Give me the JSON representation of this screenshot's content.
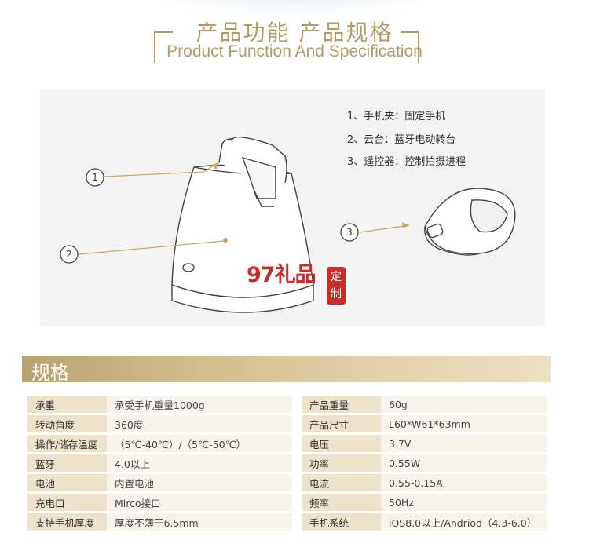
{
  "header": {
    "title_cn": "产品功能  产品规格",
    "title_en": "Product Function And Specification"
  },
  "colors": {
    "gold": "#b39a62",
    "table_key_bg": "#ede2cb",
    "table_value_bg": "#f8f4ec",
    "watermark": "#c82d25"
  },
  "diagram": {
    "callouts": [
      "1",
      "2",
      "3"
    ],
    "features": [
      "1、手机夹：固定手机",
      "2、云台：蓝牙电动转台",
      "3、遥控器：控制拍摄进程"
    ],
    "watermark": "97礼品",
    "stamp": "定制"
  },
  "specs": {
    "title": "规格",
    "left": [
      {
        "key": "承重",
        "value": "承受手机重量1000g"
      },
      {
        "key": "转动角度",
        "value": "360度"
      },
      {
        "key": "操作/储存温度",
        "value": "（5℃-40℃）/（5℃-50℃）"
      },
      {
        "key": "蓝牙",
        "value": "4.0以上"
      },
      {
        "key": "电池",
        "value": "内置电池"
      },
      {
        "key": "充电口",
        "value": "Mirco接口"
      },
      {
        "key": "支持手机厚度",
        "value": "厚度不薄于6.5mm"
      }
    ],
    "right": [
      {
        "key": "产品重量",
        "value": "60g"
      },
      {
        "key": "产品尺寸",
        "value": "L60*W61*63mm"
      },
      {
        "key": "电压",
        "value": "3.7V"
      },
      {
        "key": "功率",
        "value": "0.55W"
      },
      {
        "key": "电流",
        "value": "0.55-0.15A"
      },
      {
        "key": "频率",
        "value": "50Hz"
      },
      {
        "key": "手机系统",
        "value": "iOS8.0以上/Andriod（4.3-6.0）"
      }
    ]
  }
}
